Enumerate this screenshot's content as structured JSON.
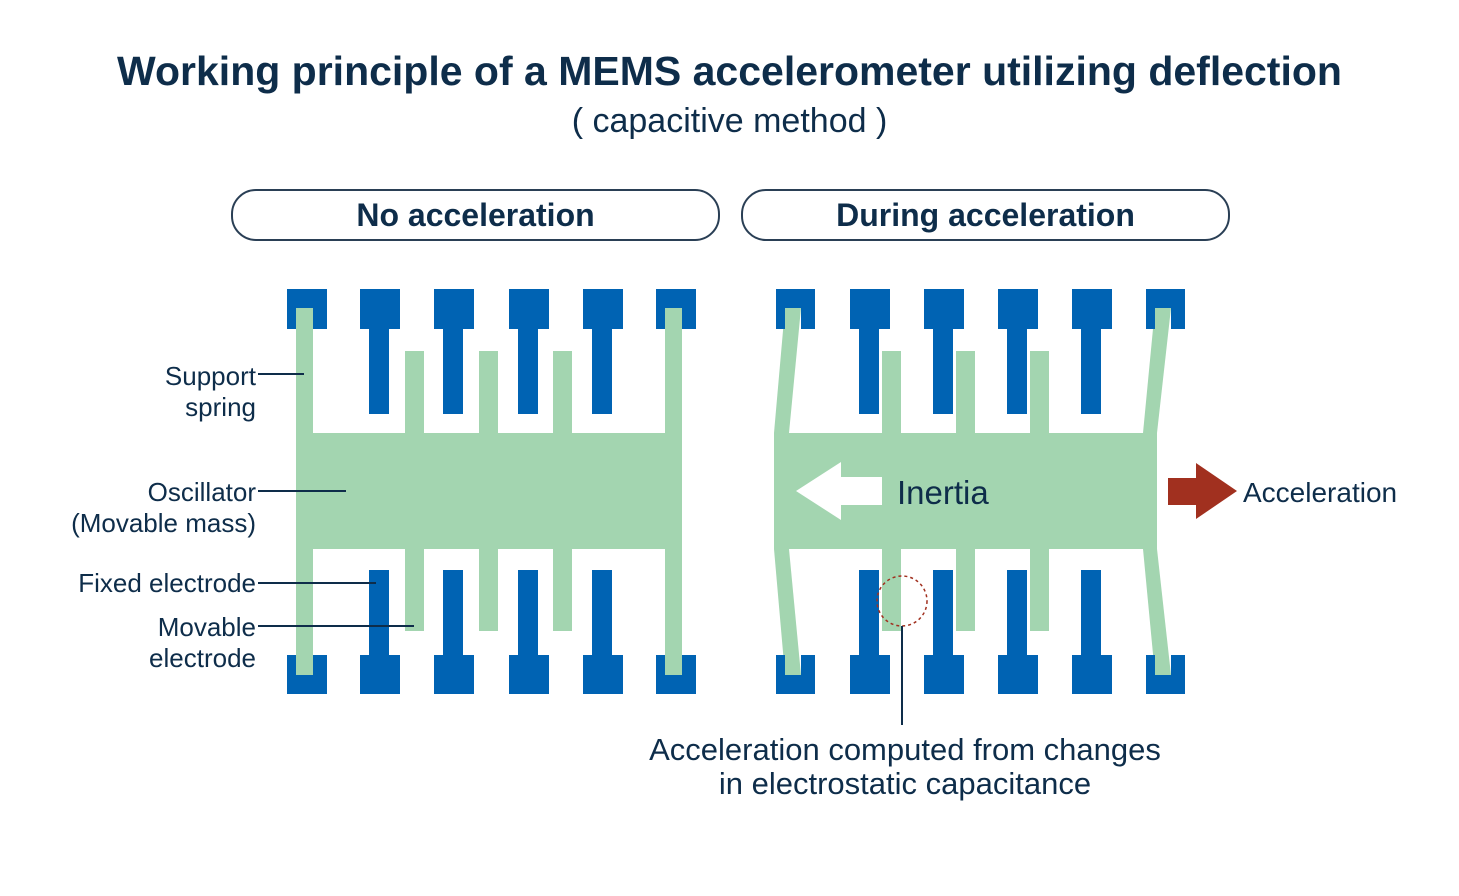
{
  "title": "Working principle of a MEMS accelerometer utilizing deflection",
  "subtitle": "( capacitive method )",
  "panels": {
    "left_title": "No acceleration",
    "right_title": "During acceleration"
  },
  "labels": {
    "support_spring": "Support spring",
    "oscillator_line1": "Oscillator",
    "oscillator_line2": "(Movable mass)",
    "fixed_electrode": "Fixed electrode",
    "movable_electrode_line1": "Movable",
    "movable_electrode_line2": "electrode",
    "inertia": "Inertia",
    "acceleration": "Acceleration",
    "note_line1": "Acceleration computed from changes",
    "note_line2": "in electrostatic capacitance"
  },
  "colors": {
    "fixed_electrode": "#0063b3",
    "movable_part": "#a3d5b0",
    "acceleration_arrow": "#a1301f",
    "inertia_arrow": "#ffffff",
    "text": "#0e2d4a",
    "highlight_circle": "#a1301f"
  }
}
